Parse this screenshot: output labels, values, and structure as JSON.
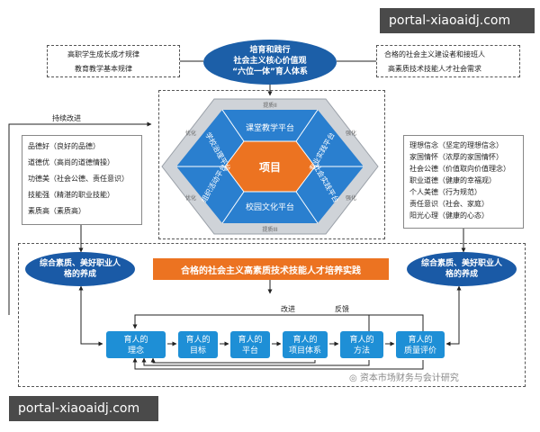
{
  "watermark_top": "portal-xiaoaidj.com",
  "watermark_bottom": "portal-xiaoaidj.com",
  "header": {
    "line1": "培育和践行",
    "line2": "社会主义核心价值观",
    "line3": "“六位一体”育人体系"
  },
  "top_left": [
    "高职学生成长成才规律",
    "教育教学基本规律"
  ],
  "top_right": [
    "合格的社会主义建设者和接班人",
    "高素质技术技能人才社会需求"
  ],
  "continuous_improvement": "持续改进",
  "left_list": [
    "品德好（良好的品德）",
    "道德优（高尚的道德情操）",
    "功德美（社会公德、责任意识）",
    "技能强（精湛的职业技能）",
    "素质高（素质高）"
  ],
  "right_list": [
    "理想信念（坚定的理想信念）",
    "家国情怀（浓厚的家国情怀）",
    "社会公德（价值取向价值理念）",
    "职业道德（健康的幸福观）",
    "个人美德（行为规范）",
    "责任意识（社会、家庭）",
    "阳光心理（健康的心态）"
  ],
  "hex": {
    "center": "项目",
    "top": "课堂教学平台",
    "bottom": "校园文化平台",
    "upper_left": "学校治理平台",
    "upper_right": "专业实践平台",
    "lower_left": "组织活动平台",
    "lower_right": "社会实践平台",
    "outer_top": "提质II",
    "outer_bottom": "提质III",
    "outer_ul": "优化",
    "outer_ur": "强化",
    "outer_ll": "优化",
    "outer_lr": "强化"
  },
  "oval_left": "综合素质、美好职业人格的养成",
  "oval_right": "综合素质、美好职业人格的养成",
  "band": "合格的社会主义高素质技术技能人才培养实践",
  "improve_label": "改进",
  "feedback_label": "反馈",
  "steps": [
    "育人的\n理念",
    "育人的\n目标",
    "育人的\n平台",
    "育人的\n项目体系",
    "育人的\n方法",
    "育人的\n质量评价"
  ],
  "attribution": "资本市场财务与会计研究",
  "colors": {
    "blue_dark": "#1a5aa6",
    "blue_mid": "#2a7fcf",
    "orange": "#ec7321",
    "step_blue": "#1e8fd6"
  }
}
